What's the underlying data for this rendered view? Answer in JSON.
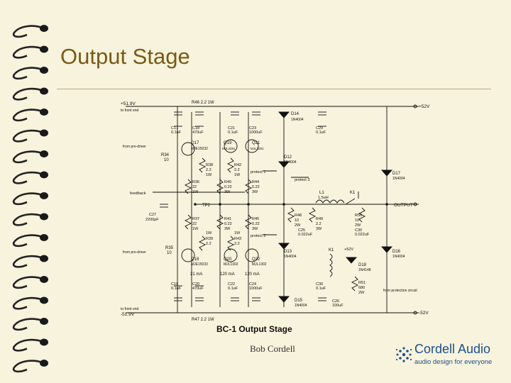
{
  "slide": {
    "title": "Output Stage",
    "author": "Bob Cordell"
  },
  "logo": {
    "name": "Cordell Audio",
    "tagline": "audio design for everyone"
  },
  "schematic": {
    "caption": "BC-1 Output Stage",
    "rails": {
      "pos_in": "+51.9V",
      "pos_in_sub": "to front end",
      "pos_out": "+52V",
      "neg_in": "-51.9V",
      "neg_in_sub": "to front end",
      "neg_out": "-52V"
    },
    "resistors": {
      "r46": "R46 2.2 1W",
      "r47": "R47 2.2 1W",
      "r34": "R34",
      "r34_val": "10",
      "r35": "R35",
      "r35_val": "10",
      "r38": "R38",
      "r38_val": "2.2",
      "r38_w": "1W",
      "r42": "R42",
      "r42_val": "2.2",
      "r42_w": "1W",
      "r36": "R36",
      "r36_val": "22",
      "r36_w": "1W",
      "r40": "R40",
      "r40_val": "0.22",
      "r40_w": "3W",
      "r44": "R44",
      "r44_val": "0.22",
      "r44_w": "3W",
      "r37": "R37",
      "r37_val": "22",
      "r37_w": "1W",
      "r41": "R41",
      "r41_val": "0.22",
      "r41_w": "3W",
      "r45": "R45",
      "r45_val": "0.22",
      "r45_w": "3W",
      "r39": "R39",
      "r39_val": "2.2",
      "r39_w": "1W",
      "r43": "R43",
      "r43_val": "2.2",
      "r43_w": "1W",
      "r48": "R48",
      "r48_val": "10",
      "r48_w": "2W",
      "r49": "R49",
      "r49_val": "2.2",
      "r49_w": "3W",
      "r50": "R50",
      "r50_val": "10",
      "r50_w": "2W",
      "r51": "R51",
      "r51_val": "680",
      "r51_w": "2W"
    },
    "capacitors": {
      "c17": "C17",
      "c17_val": "0.1uF",
      "c18": "C18",
      "c18_val": "470uF",
      "c21": "C21",
      "c21_val": "0.1uF",
      "c23": "C23",
      "c23_val": "1000uF",
      "c29": "C29",
      "c29_val": "0.1uF",
      "c27": "C27",
      "c27_val": "2200pF",
      "c25": "C25",
      "c25_val": "0.022uF",
      "c30": "C30",
      "c30_val": "0.022uF",
      "c19": "C19",
      "c19_val": "0.1uF",
      "c20": "C20",
      "c20_val": "470uF",
      "c22": "C22",
      "c22_val": "0.1uF",
      "c24": "C24",
      "c24_val": "1000uF",
      "c30b": "C30",
      "c30b_val": "0.1uF",
      "c26": "C26",
      "c26_val": "100uF"
    },
    "transistors": {
      "q17": "Q17",
      "q17_type": "MJE15032",
      "q19": "Q19",
      "q19_type": "MJL3281",
      "q21": "Q21",
      "q21_type": "MJL3281",
      "q18": "Q18",
      "q18_type": "MJE15033",
      "q20": "Q20",
      "q20_type": "MJL1302",
      "q22": "Q22",
      "q22_type": "MJL1302"
    },
    "diodes": {
      "d14": "D14",
      "d14_type": "1N4004",
      "d12": "D12",
      "d12_type": "1N4004",
      "d17": "D17",
      "d17_type": "1N4004",
      "d13": "D13",
      "d13_type": "1N4004",
      "d16": "D16",
      "d16_type": "1N4004",
      "d18": "D18",
      "d18_type": "1N4148",
      "d15": "D15",
      "d15_type": "1N4004"
    },
    "labels": {
      "from_pre_driver_top": "from pre-driver",
      "from_pre_driver_bot": "from pre-driver",
      "feedback": "feedback",
      "tp2": "TP2",
      "protect1": "protect 1",
      "protect2": "protect 2",
      "protect3": "protect 3",
      "l1": "L1",
      "l1_val": "1.5uH",
      "k1_top": "K1",
      "k1_bot": "K1",
      "output": "OUTPUT",
      "i_21": "21 mA",
      "i_120a": "120 mA",
      "i_120b": "120 mA",
      "from_protection": "from protection circuit",
      "plus52_small": "+52V"
    }
  },
  "colors": {
    "background": "#f7f3dc",
    "title": "#7a5a18",
    "rule": "#b8ad8a",
    "logo": "#1d4f8a"
  }
}
